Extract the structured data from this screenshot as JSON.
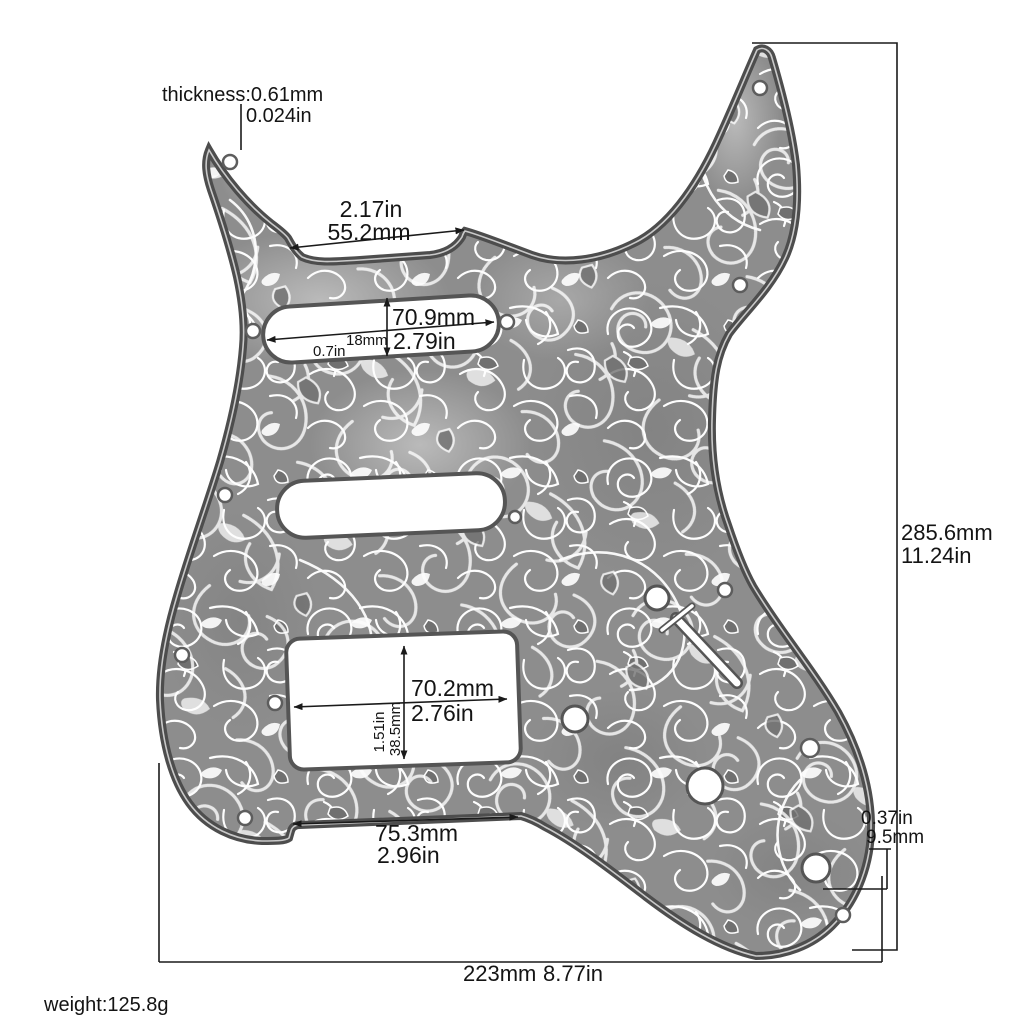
{
  "labels": {
    "thickness": {
      "mm": "thickness:0.61mm",
      "in": "0.024in"
    },
    "neck_pocket": {
      "in": "2.17in",
      "mm": "55.2mm"
    },
    "neck_pickup_width": {
      "mm": "70.9mm",
      "in": "2.79in"
    },
    "neck_pickup_height": {
      "in": "0.7in",
      "mm": "18mm"
    },
    "overall_height": {
      "mm": "285.6mm",
      "in": "11.24in"
    },
    "humbucker_width": {
      "mm": "70.2mm",
      "in": "2.76in"
    },
    "humbucker_height": {
      "in": "1.51in",
      "mm": "38.5mm"
    },
    "bridge_cutout": {
      "mm": "75.3mm",
      "in": "2.96in"
    },
    "edge_offset": {
      "in": "0.37in",
      "mm": "9.5mm"
    },
    "overall_width": {
      "mm": "223mm",
      "in": "8.77in"
    },
    "weight": "weight:125.8g"
  },
  "colors": {
    "background": "#ffffff",
    "plate_base": "#8d8d8d",
    "plate_edge": "#4d4d4d",
    "engraving": "#fdfdfd",
    "dimension_lines": "#1a1a1a",
    "text": "#141414"
  }
}
